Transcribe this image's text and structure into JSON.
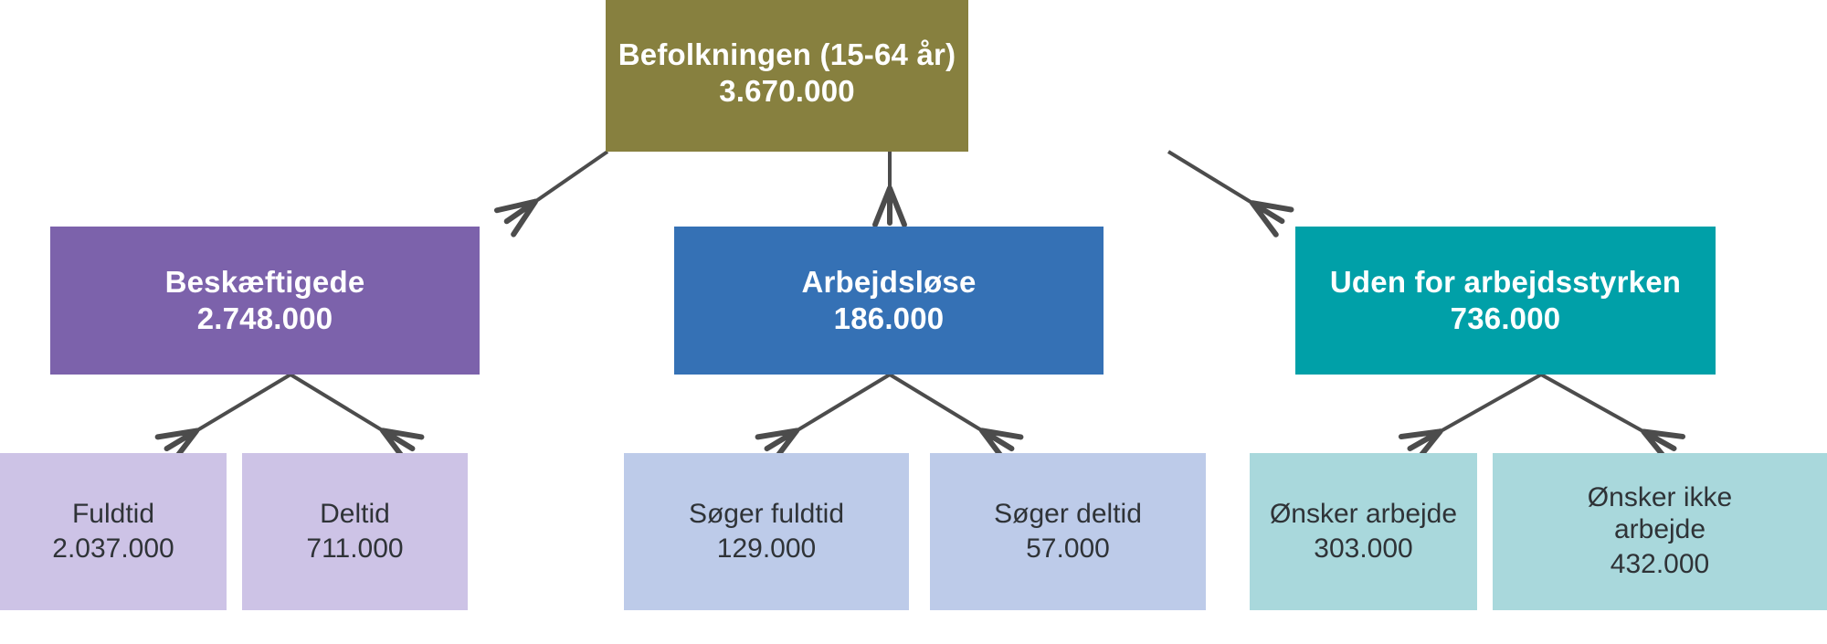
{
  "diagram": {
    "title_text": "Befolkningen (15-64 år)",
    "colors": {
      "root": "#87803f",
      "employed": "#7c62ab",
      "unemployed": "#3571b5",
      "outside": "#00a0a8",
      "employed_light": "#cdc3e6",
      "unemployed_light": "#bdcbe9",
      "outside_light": "#a9d8dc",
      "arrow": "#4c4c4c",
      "text_dark": "#2f3337",
      "text_light": "#ffffff",
      "background": "#ffffff"
    },
    "root": {
      "label": "Befolkningen (15-64 år)",
      "value": "3.670.000"
    },
    "level2": [
      {
        "label": "Beskæftigede",
        "value": "2.748.000"
      },
      {
        "label": "Arbejdsløse",
        "value": "186.000"
      },
      {
        "label": "Uden for arbejdsstyrken",
        "value": "736.000"
      }
    ],
    "level3": [
      {
        "label": "Fuldtid",
        "value": "2.037.000"
      },
      {
        "label": "Deltid",
        "value": "711.000"
      },
      {
        "label": "Søger fuldtid",
        "value": "129.000"
      },
      {
        "label": "Søger deltid",
        "value": "57.000"
      },
      {
        "label": "Ønsker arbejde",
        "value": "303.000"
      },
      {
        "label": "Ønsker ikke arbejde",
        "value": "432.000"
      }
    ]
  }
}
